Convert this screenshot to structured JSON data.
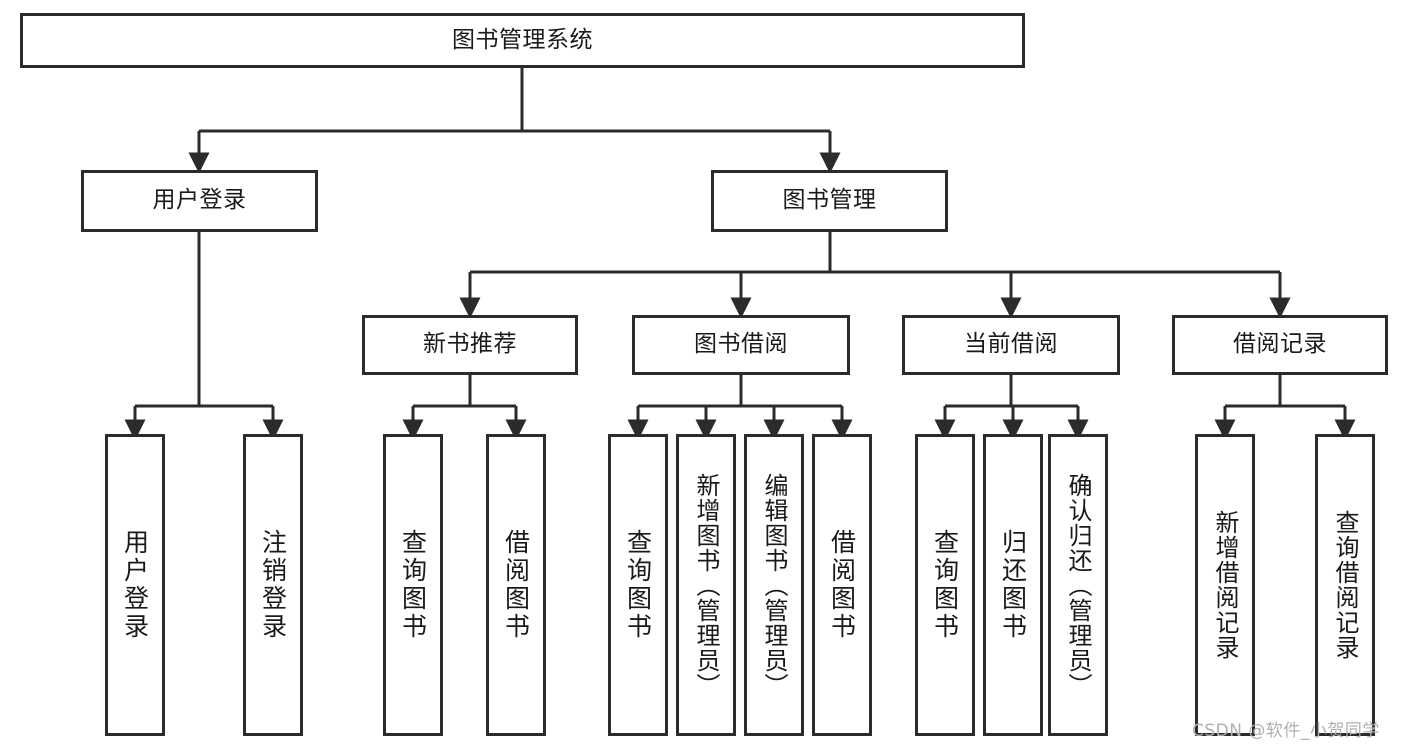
{
  "diagram": {
    "type": "tree",
    "title": "图书管理系统",
    "watermark": "CSDN @软件_小贺同学",
    "colors": {
      "box_border": "#2b2b2b",
      "box_fill": "#ffffff",
      "line": "#2b2b2b",
      "text": "#1a1a1a",
      "watermark": "#b0b0b0"
    },
    "nodes": {
      "root": {
        "label": "图书管理系统",
        "level": 0,
        "orientation": "horizontal"
      },
      "user_login": {
        "label": "用户登录",
        "level": 1,
        "orientation": "horizontal"
      },
      "book_manage": {
        "label": "图书管理",
        "level": 1,
        "orientation": "horizontal"
      },
      "new_book_rec": {
        "label": "新书推荐",
        "level": 2,
        "orientation": "horizontal"
      },
      "book_borrow": {
        "label": "图书借阅",
        "level": 2,
        "orientation": "horizontal"
      },
      "current_borrow": {
        "label": "当前借阅",
        "level": 2,
        "orientation": "horizontal"
      },
      "borrow_record": {
        "label": "借阅记录",
        "level": 2,
        "orientation": "horizontal"
      },
      "leaf_user_login": {
        "label": "用户登录",
        "level": 3,
        "orientation": "vertical"
      },
      "leaf_logout": {
        "label": "注销登录",
        "level": 3,
        "orientation": "vertical"
      },
      "leaf_query_book_1": {
        "label": "查询图书",
        "level": 3,
        "orientation": "vertical"
      },
      "leaf_borrow_book_1": {
        "label": "借阅图书",
        "level": 3,
        "orientation": "vertical"
      },
      "leaf_query_book_2": {
        "label": "查询图书",
        "level": 3,
        "orientation": "vertical"
      },
      "leaf_add_book": {
        "label": "新增图书（管理员）",
        "level": 3,
        "orientation": "vertical"
      },
      "leaf_edit_book": {
        "label": "编辑图书（管理员）",
        "level": 3,
        "orientation": "vertical"
      },
      "leaf_borrow_book_2": {
        "label": "借阅图书",
        "level": 3,
        "orientation": "vertical"
      },
      "leaf_query_book_3": {
        "label": "查询图书",
        "level": 3,
        "orientation": "vertical"
      },
      "leaf_return_book": {
        "label": "归还图书",
        "level": 3,
        "orientation": "vertical"
      },
      "leaf_confirm_return": {
        "label": "确认归还（管理员）",
        "level": 3,
        "orientation": "vertical"
      },
      "leaf_add_record": {
        "label": "新增借阅记录",
        "level": 3,
        "orientation": "vertical"
      },
      "leaf_query_record": {
        "label": "查询借阅记录",
        "level": 3,
        "orientation": "vertical"
      }
    },
    "edges": [
      {
        "from": "root",
        "to": "user_login"
      },
      {
        "from": "root",
        "to": "book_manage"
      },
      {
        "from": "user_login",
        "to": "leaf_user_login"
      },
      {
        "from": "user_login",
        "to": "leaf_logout"
      },
      {
        "from": "book_manage",
        "to": "new_book_rec"
      },
      {
        "from": "book_manage",
        "to": "book_borrow"
      },
      {
        "from": "book_manage",
        "to": "current_borrow"
      },
      {
        "from": "book_manage",
        "to": "borrow_record"
      },
      {
        "from": "new_book_rec",
        "to": "leaf_query_book_1"
      },
      {
        "from": "new_book_rec",
        "to": "leaf_borrow_book_1"
      },
      {
        "from": "book_borrow",
        "to": "leaf_query_book_2"
      },
      {
        "from": "book_borrow",
        "to": "leaf_add_book"
      },
      {
        "from": "book_borrow",
        "to": "leaf_edit_book"
      },
      {
        "from": "book_borrow",
        "to": "leaf_borrow_book_2"
      },
      {
        "from": "current_borrow",
        "to": "leaf_query_book_3"
      },
      {
        "from": "current_borrow",
        "to": "leaf_return_book"
      },
      {
        "from": "current_borrow",
        "to": "leaf_confirm_return"
      },
      {
        "from": "borrow_record",
        "to": "leaf_add_record"
      },
      {
        "from": "borrow_record",
        "to": "leaf_query_record"
      }
    ]
  }
}
